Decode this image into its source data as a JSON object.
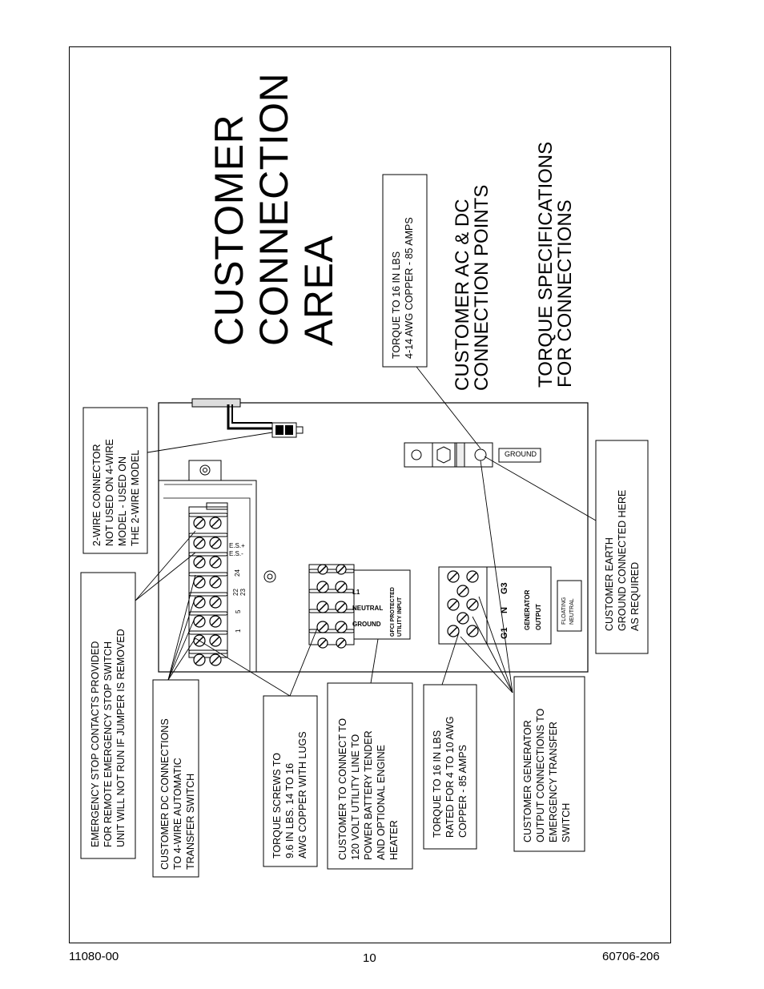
{
  "title_lines": [
    "CUSTOMER",
    "CONNECTION",
    "AREA"
  ],
  "subtitle_ac_dc": [
    "CUSTOMER AC & DC",
    "CONNECTION POINTS"
  ],
  "subtitle_torque": [
    "TORQUE SPECIFICATIONS",
    "FOR CONNECTIONS"
  ],
  "notes": {
    "torque_top": [
      "TORQUE TO 16 IN LBS",
      "4-14 AWG COPPER - 85 AMPS"
    ],
    "two_wire": [
      "2-WIRE CONNECTOR",
      "NOT USED ON 4-WIRE",
      "MODEL - USED ON",
      "THE 2-WIRE MODEL"
    ],
    "emergency": [
      "EMERGENCY STOP CONTACTS PROVIDED",
      "FOR REMOTE EMERGENCY STOP SWITCH",
      "UNIT WILL NOT RUN IF JUMPER IS REMOVED"
    ],
    "dc_conn": [
      "CUSTOMER DC CONNECTIONS",
      "TO 4-WIRE AUTOMATIC",
      "TRANSFER SWITCH"
    ],
    "torque_screws": [
      "TORQUE SCREWS TO",
      "9.6 IN LBS.  14 TO 16",
      "AWG COPPER WITH LUGS"
    ],
    "utility": [
      "CUSTOMER TO CONNECT TO",
      "120 VOLT UTILITY LINE TO",
      "POWER BATTERY TENDER",
      "AND OPTIONAL ENGINE",
      "HEATER"
    ],
    "torque_rated": [
      "TORQUE TO 16 IN LBS",
      "RATED FOR 4 TO 10 AWG",
      "COPPER - 85 AMPS"
    ],
    "gen_output": [
      "CUSTOMER GENERATOR",
      "OUTPUT CONNECTIONS TO",
      "EMERGENCY TRANSFER",
      "SWITCH"
    ],
    "earth": [
      "CUSTOMER EARTH",
      "GROUND CONNECTED HERE",
      "AS REQUIRED"
    ]
  },
  "labels": {
    "ground": "GROUND",
    "es_plus": "E.S.+",
    "es_minus": "E.S.-",
    "t24": "24",
    "t22": "22",
    "t23": "23",
    "t5": "5",
    "t1": "1",
    "l1": "L1",
    "neutral": "NEUTRAL",
    "ground_term": "GROUND",
    "gfci": [
      "GFCI  PROTECTED",
      "UTILITY  INPUT"
    ],
    "g1": "G1",
    "n": "N",
    "g3": "G3",
    "generator_output": [
      "GENERATOR",
      "OUTPUT"
    ],
    "floating_neutral": [
      "FLOATING",
      "NEUTRAL"
    ]
  },
  "footer": {
    "left": "11080-00",
    "center": "10",
    "right": "60706-206"
  }
}
